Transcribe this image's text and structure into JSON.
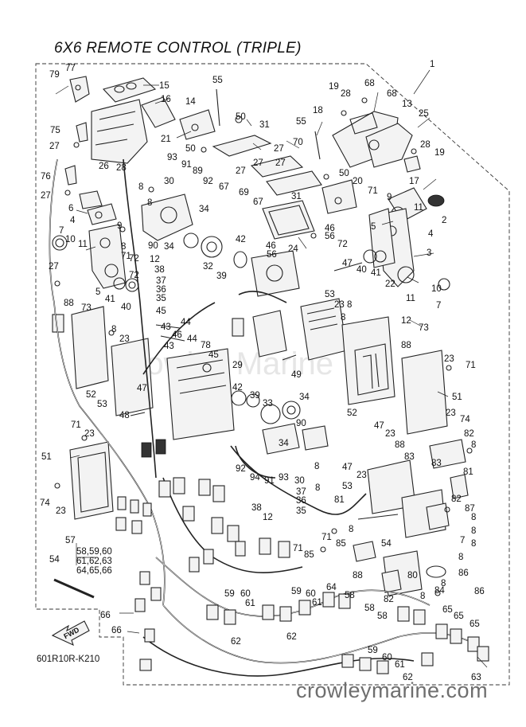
{
  "title": "6X6 REMOTE CONTROL (TRIPLE)",
  "diagram_code": "601R10R-K210",
  "watermark": "crowleymarine.com",
  "fwd_label": "FWD",
  "harness_group": {
    "number": "57",
    "sublines": [
      "58,59,60",
      "61,62,63",
      "64,65,66"
    ]
  },
  "callouts": [
    "1",
    "2",
    "3",
    "4",
    "5",
    "6",
    "7",
    "8",
    "9",
    "10",
    "11",
    "12",
    "13",
    "14",
    "15",
    "16",
    "17",
    "18",
    "19",
    "20",
    "21",
    "22",
    "23",
    "24",
    "25",
    "26",
    "27",
    "28",
    "29",
    "30",
    "31",
    "32",
    "33",
    "34",
    "35",
    "36",
    "37",
    "38",
    "39",
    "40",
    "41",
    "42",
    "43",
    "44",
    "45",
    "46",
    "47",
    "48",
    "49",
    "50",
    "51",
    "52",
    "53",
    "54",
    "55",
    "56",
    "58",
    "59",
    "60",
    "61",
    "62",
    "63",
    "64",
    "65",
    "66",
    "67",
    "68",
    "69",
    "70",
    "71",
    "72",
    "73",
    "74",
    "75",
    "76",
    "77",
    "78",
    "79",
    "80",
    "81",
    "82",
    "83",
    "84",
    "85",
    "86",
    "87",
    "88",
    "89",
    "90",
    "91",
    "92",
    "93",
    "94"
  ]
}
